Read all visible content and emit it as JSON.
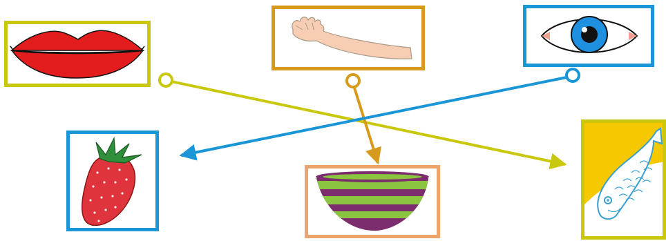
{
  "colors": {
    "yellow_green": "#c9c80f",
    "ochre": "#d69a1c",
    "blue": "#1a95d6",
    "salmon": "#eea36b",
    "lips_red": "#e31d1d",
    "iris_blue": "#1f8fe0",
    "berry_red": "#e0343c",
    "leaf_green": "#2f8f3a",
    "bowl_green": "#8bc43f",
    "bowl_purple": "#7b2d6e",
    "fish_blue": "#3aa0cf",
    "fish_bg_yellow": "#f6c800",
    "skin": "#f7cdb3"
  },
  "cards": [
    {
      "id": "lips",
      "icon": "lips-icon",
      "border": "yellow_green"
    },
    {
      "id": "arm",
      "icon": "arm-icon",
      "border": "ochre"
    },
    {
      "id": "eye",
      "icon": "eye-icon",
      "border": "blue"
    },
    {
      "id": "strawberry",
      "icon": "strawberry-icon",
      "border": "blue"
    },
    {
      "id": "bowl",
      "icon": "bowl-icon",
      "border": "salmon"
    },
    {
      "id": "fish",
      "icon": "fish-icon",
      "border": "yellow_green"
    }
  ],
  "connections": [
    {
      "from": "lips",
      "to": "fish",
      "color": "yellow_green"
    },
    {
      "from": "arm",
      "to": "bowl",
      "color": "ochre"
    },
    {
      "from": "eye",
      "to": "strawberry",
      "color": "blue"
    }
  ]
}
